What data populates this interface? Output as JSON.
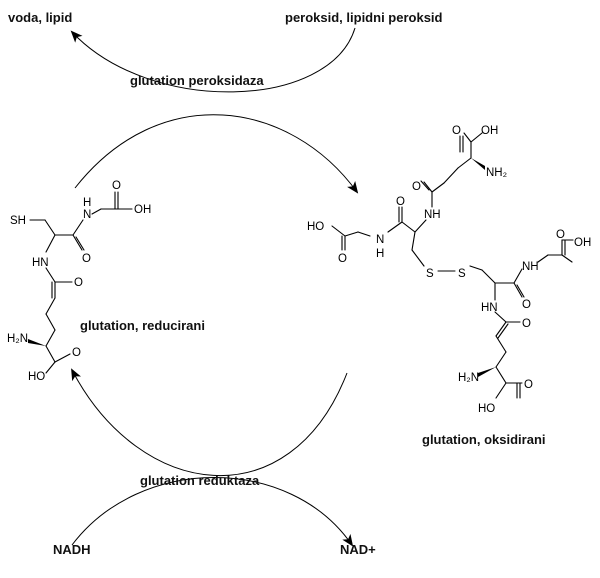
{
  "labels": {
    "products_top": "voda, lipid",
    "substrates_top": "peroksid, lipidni peroksid",
    "enzyme_top": "glutation peroksidaza",
    "gsh": "glutation, reducirani",
    "gssg": "glutation, oksidirani",
    "enzyme_bottom": "glutation reduktaza",
    "nadh": "NADH",
    "nad": "NAD+"
  },
  "atoms": {
    "sh": "SH",
    "s": "S",
    "nh": "NH",
    "hn": "HN",
    "n": "N",
    "h": "H",
    "o": "O",
    "oh": "OH",
    "ho": "HO",
    "h2n": "H₂N",
    "nh2": "NH₂"
  },
  "colors": {
    "ink": "#000000",
    "background": "#ffffff"
  }
}
